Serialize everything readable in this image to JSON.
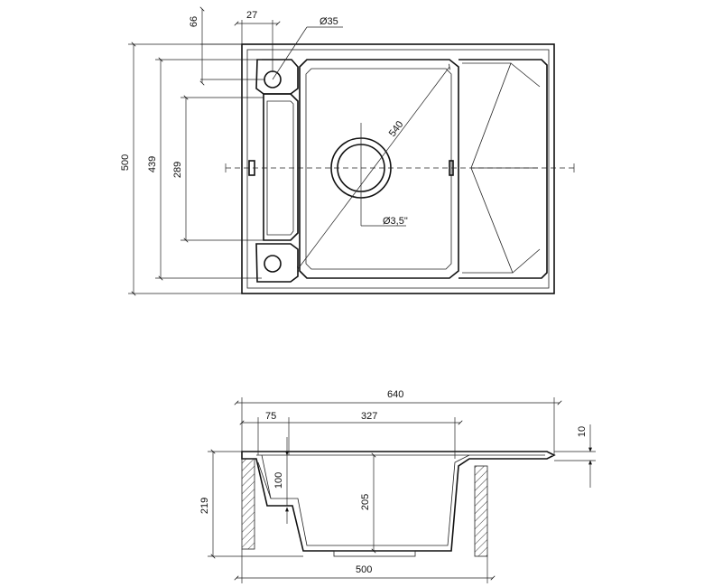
{
  "top_view": {
    "dim_overall_depth": "500",
    "dim_bowl_outer_depth": "439",
    "dim_rim_insert_depth": "289",
    "dim_drain_offset_top": "66",
    "dim_drain_offset_side": "27",
    "dim_tap_hole": "Ø35",
    "dim_diagonal": "540",
    "dim_waste": "Ø3,5\""
  },
  "side_view": {
    "dim_overall_width": "640",
    "dim_left_rim": "75",
    "dim_bowl_width": "327",
    "dim_drainer_thickness": "10",
    "dim_overall_height": "219",
    "dim_step_depth": "100",
    "dim_bowl_depth": "205",
    "dim_cabinet_width": "500"
  }
}
